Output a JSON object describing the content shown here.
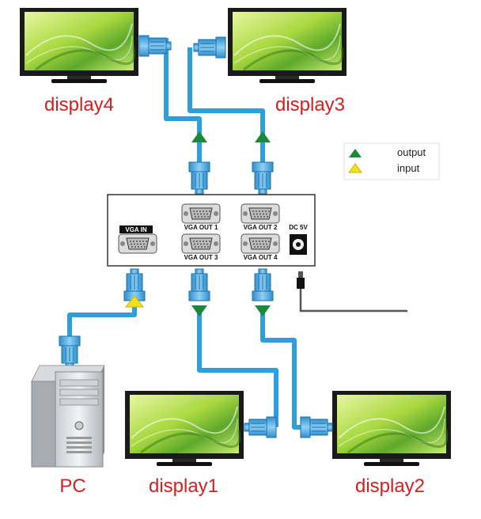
{
  "displays": {
    "display1": "display1",
    "display2": "display2",
    "display3": "display3",
    "display4": "display4"
  },
  "pc_label": "PC",
  "legend": {
    "output": "output",
    "input": "input"
  },
  "splitter": {
    "vga_in": "VGA IN",
    "vga_out_1": "VGA OUT 1",
    "vga_out_2": "VGA OUT 2",
    "vga_out_3": "VGA OUT 3",
    "vga_out_4": "VGA OUT 4",
    "dc": "DC 5V"
  },
  "colors": {
    "cable": "#2aa0dc",
    "connector": "#4aa8e0",
    "output_arrow": "#1a8a3a",
    "input_arrow": "#f0e020",
    "label": "#d42020",
    "screen_green": "#a8d840"
  }
}
